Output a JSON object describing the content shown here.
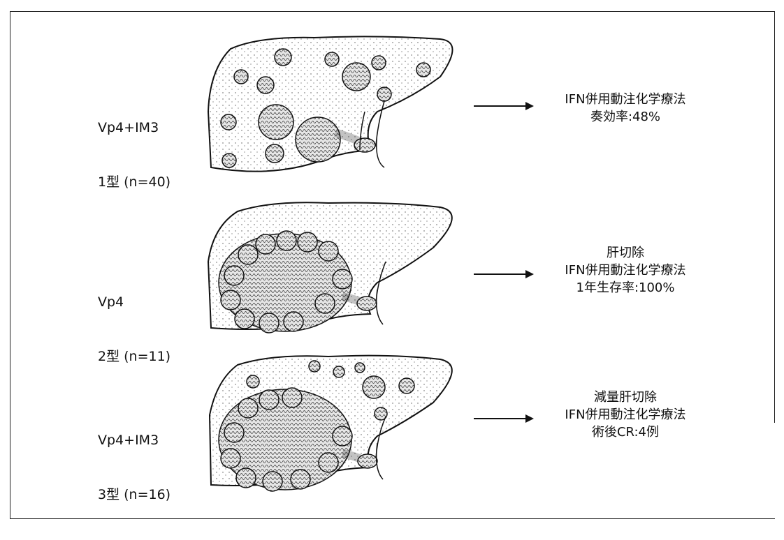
{
  "rows": [
    {
      "label_line1": "Vp4+IM3",
      "label_line2": "1型 (n=40)",
      "outcome": [
        "IFN併用動注化学療法",
        "奏効率:48%"
      ],
      "liver_icon": "liver-multiple-nodules-type1"
    },
    {
      "label_line1": "Vp4",
      "label_line2": "2型 (n=11)",
      "outcome": [
        "肝切除",
        "IFN併用動注化学療法",
        "1年生存率:100%"
      ],
      "liver_icon": "liver-large-mass-type2"
    },
    {
      "label_line1": "Vp4+IM3",
      "label_line2": "3型 (n=16)",
      "outcome": [
        "減量肝切除",
        "IFN併用動注化学療法",
        "術後CR:4例"
      ],
      "liver_icon": "liver-mass-plus-nodules-type3"
    }
  ],
  "colors": {
    "line": "#111111",
    "stipple": "#555555",
    "tumor_fill": "#d9d9d9"
  }
}
